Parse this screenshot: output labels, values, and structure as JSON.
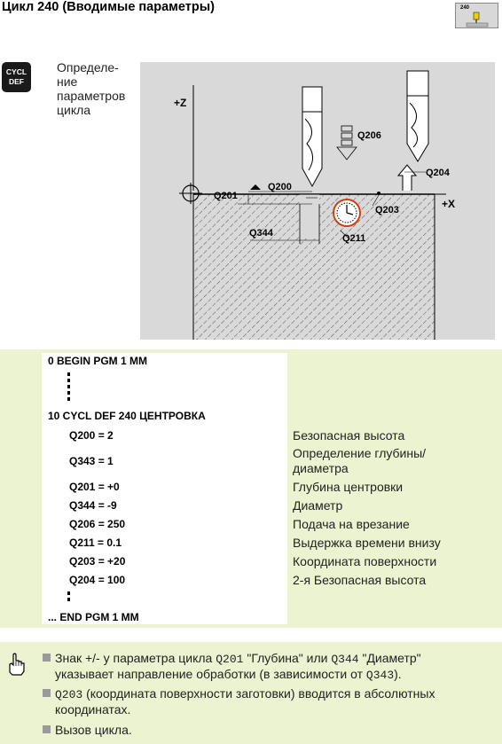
{
  "header": {
    "title": "Цикл 240 (Вводимые параметры)",
    "cycle_icon_number": "240"
  },
  "sidebar": {
    "key_line1": "CYCL",
    "key_line2": "DEF",
    "text": [
      "Определе-",
      "ние",
      "параметров",
      "цикла"
    ]
  },
  "figure": {
    "axis_z": "+Z",
    "axis_x": "+X",
    "labels": {
      "q206": "Q206",
      "q204": "Q204",
      "q200": "Q200",
      "q201": "Q201",
      "q203": "Q203",
      "q344": "Q344",
      "q211": "Q211"
    }
  },
  "program": {
    "lines": [
      "0  BEGIN PGM 1 MM",
      "10 CYCL DEF 240 ЦЕНТРОВКА",
      "Q200 = 2",
      "Q343 = 1",
      "Q201 = +0",
      "Q344 = -9",
      "Q206 = 250",
      "Q211 = 0.1",
      "Q203 = +20",
      "Q204 = 100",
      "...  END PGM 1 MM"
    ],
    "descriptions": [
      "Безопасная высота",
      "Определение глубины/",
      "диаметра",
      "Глубина центровки",
      "Диаметр",
      "Подача на врезание",
      "Выдержка времени внизу",
      "Координата поверхности",
      "2-я Безопасная высота"
    ]
  },
  "notes": {
    "n1_a": "Знак +/- у параметра цикла ",
    "n1_q1": "Q201",
    "n1_b": " \"Глубина\" или ",
    "n1_q2": "Q344",
    "n1_c": " \"Диаметр\"",
    "n1_d": "указывает направление обработки (в зависимости от ",
    "n1_q3": "Q343",
    "n1_e": ").",
    "n2_q": "Q203",
    "n2_a": " (координата поверхности заготовки) вводится в абсолютных",
    "n2_b": "координатах.",
    "n3": "Вызов цикла."
  }
}
